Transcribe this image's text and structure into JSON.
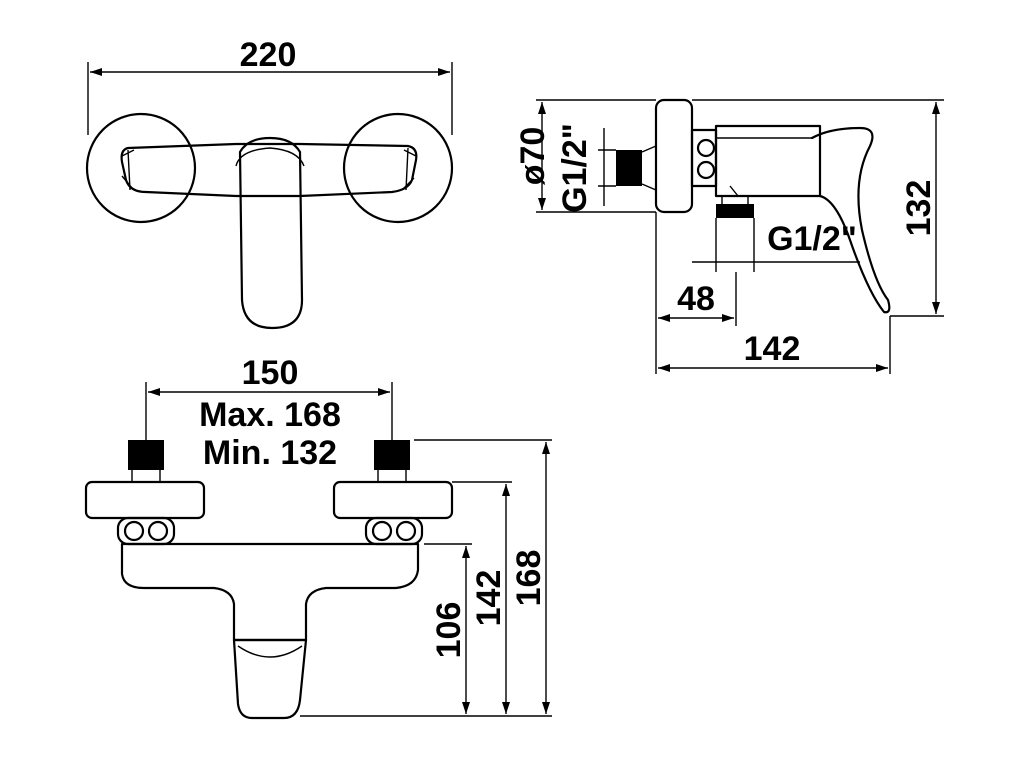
{
  "front_view": {
    "width_label": "220"
  },
  "side_view": {
    "diameter_label": "ø70",
    "thread_vertical_label": "G1/2\"",
    "thread_horizontal_label": "G1/2\"",
    "offset_label": "48",
    "depth_label": "142",
    "height_label": "132"
  },
  "bottom_view": {
    "spacing_label": "150",
    "max_label": "Max. 168",
    "min_label": "Min. 132",
    "outlet_height_label": "106",
    "mid_height_label": "142",
    "total_height_label": "168"
  }
}
